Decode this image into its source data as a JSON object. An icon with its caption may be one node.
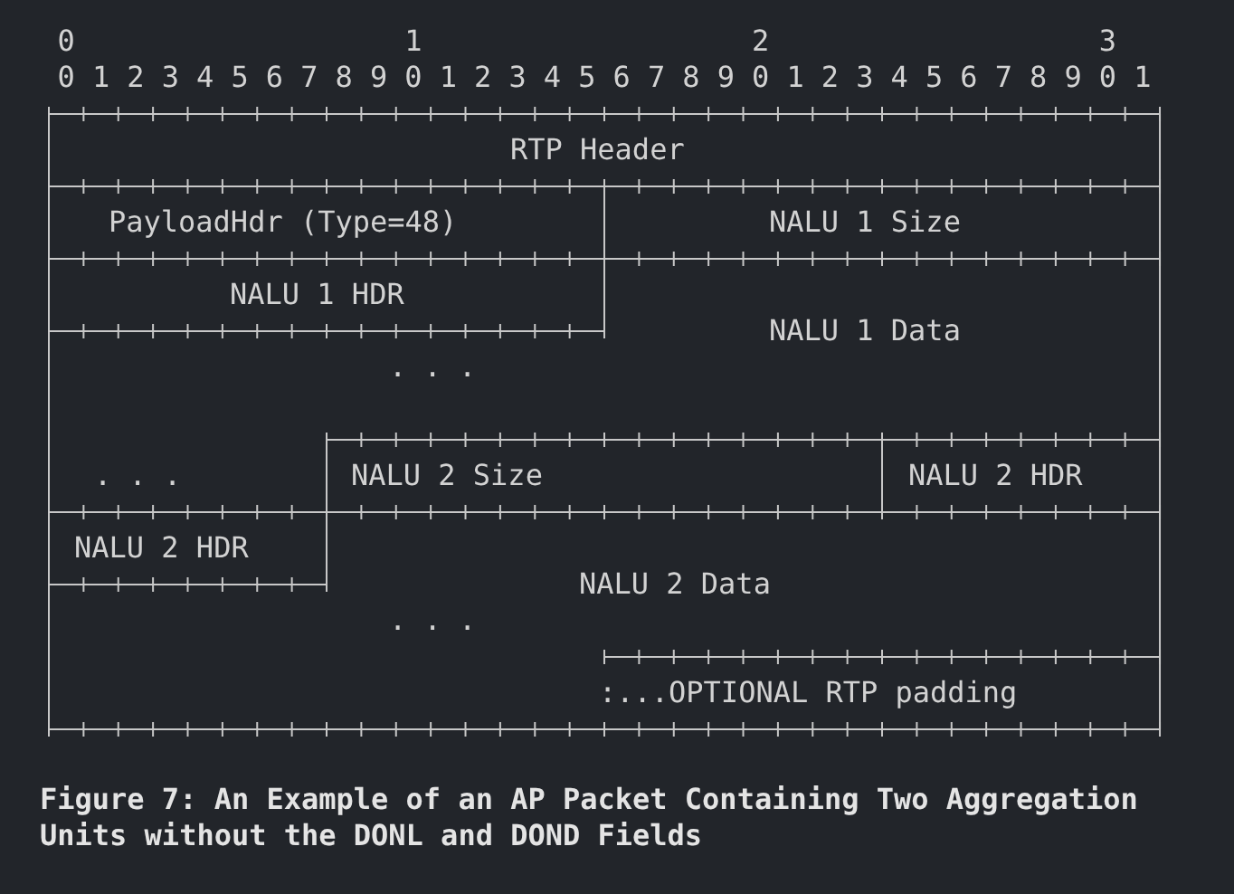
{
  "diagram": {
    "caption": "Figure 7: An Example of an AP Packet Containing Two Aggregation Units without the DONL and DOND Fields",
    "nodes": [
      {
        "text": [
          "RTP Header"
        ]
      },
      {
        "text": [
          "PayloadHdr (Type=48)"
        ]
      },
      {
        "text": [
          "NALU 1 Size"
        ]
      },
      {
        "text": [
          "NALU 1 HDR"
        ]
      },
      {
        "text": [
          "NALU 1 Data"
        ]
      },
      {
        "text": [
          "NALU 2 Size"
        ]
      },
      {
        "text": [
          "NALU 2 HDR"
        ]
      },
      {
        "text": [
          "NALU 2 HDR"
        ]
      },
      {
        "text": [
          "NALU 2 Data"
        ]
      },
      {
        "text": [
          ":...OPTIONAL RTP padding"
        ]
      }
    ],
    "labels": [
      "0",
      "1",
      "2",
      "3",
      "0",
      "1",
      "2",
      "3",
      "4",
      "5",
      "6",
      "7",
      "8",
      "9",
      "0",
      "1",
      "2",
      "3",
      "4",
      "5",
      "6",
      "7",
      "8",
      "9",
      "0",
      "1",
      "2",
      "3",
      "4",
      "5",
      "6",
      "7",
      "8",
      "9",
      "0",
      "1",
      ". . .",
      ". . .",
      ". . ."
    ]
  }
}
